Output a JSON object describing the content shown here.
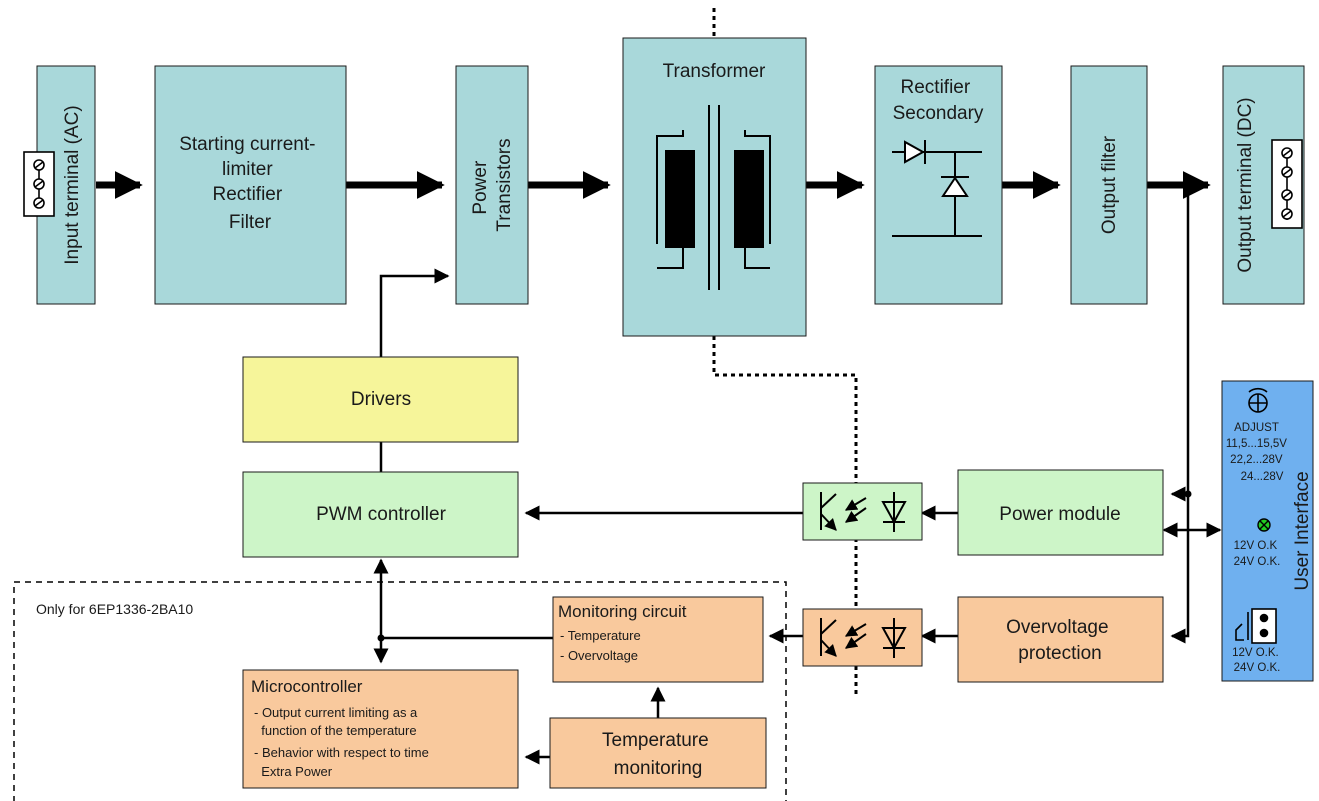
{
  "blocks": {
    "input_terminal": "Input terminal (AC)",
    "starting": [
      "Starting current-",
      "limiter",
      "Rectifier",
      "Filter"
    ],
    "power_transistors": [
      "Power",
      "Transistors"
    ],
    "transformer": "Transformer",
    "rectifier": [
      "Rectifier",
      "Secondary"
    ],
    "output_filter": "Output filter",
    "output_terminal": "Output terminal (DC)",
    "drivers": "Drivers",
    "pwm": "PWM controller",
    "power_module": "Power module",
    "overvoltage": [
      "Overvoltage",
      "protection"
    ],
    "monitoring": {
      "title": "Monitoring circuit",
      "items": [
        "- Temperature",
        "- Overvoltage"
      ]
    },
    "micro": {
      "title": "Microcontroller",
      "items": [
        "- Output current limiting as a",
        "  function of the temperature",
        "- Behavior with respect to time",
        "  Extra Power"
      ]
    },
    "temperature": [
      "Temperature",
      "monitoring"
    ]
  },
  "only_for": "Only for 6EP1336-2BA10",
  "user_interface": {
    "title": "User Interface",
    "adjust": [
      "ADJUST",
      "11,5...15,5V",
      "22,2...28V",
      "24...28V"
    ],
    "led_label": [
      "12V O.K",
      "24V O.K."
    ],
    "relay_label": [
      "12V O.K.",
      "24V O.K."
    ]
  },
  "colors": {
    "teal": "#a9d8da",
    "yellow": "#f6f59a",
    "green": "#cdf5c8",
    "orange": "#f9c99d",
    "blue": "#6fb0ef"
  }
}
